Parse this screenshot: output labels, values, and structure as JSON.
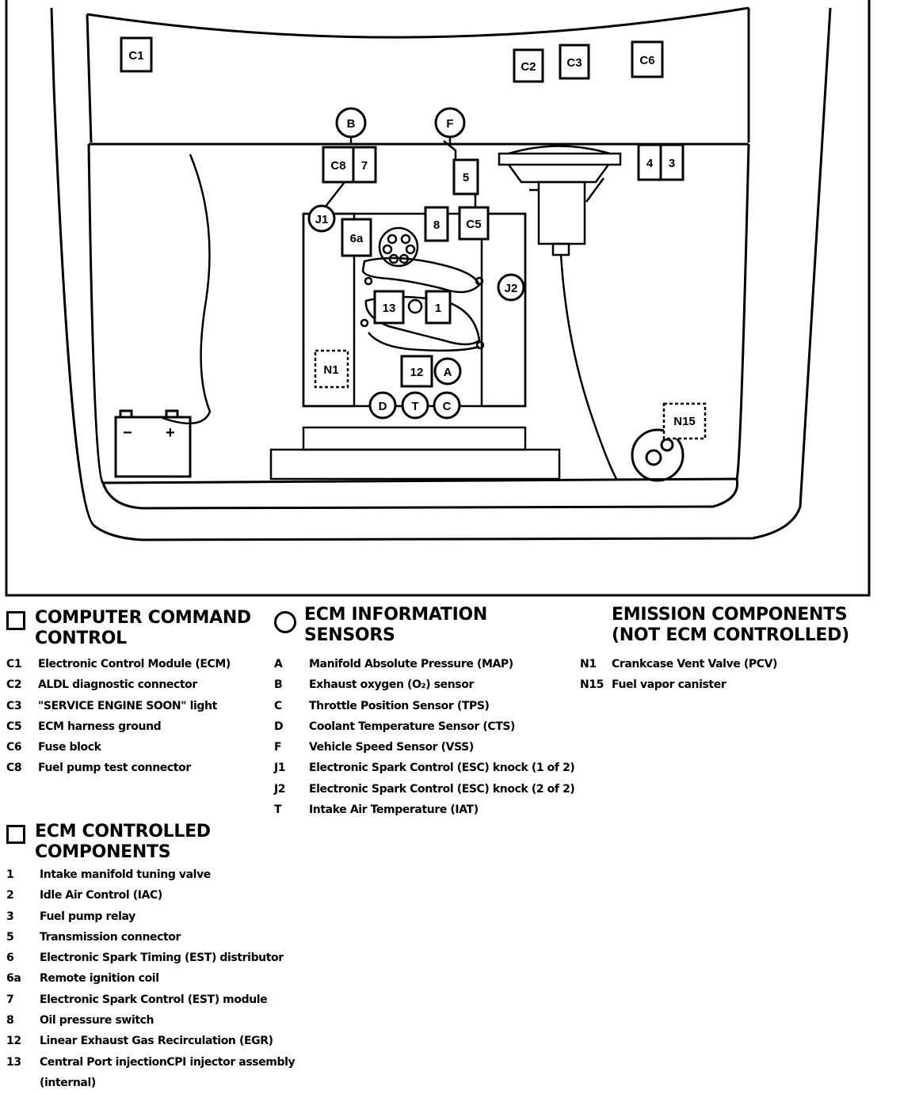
{
  "diagram": {
    "labels": {
      "c1": "C1",
      "c2": "C2",
      "c3": "C3",
      "c6": "C6",
      "c8": "C8",
      "c5": "C5",
      "n7": "7",
      "n5": "5",
      "n4": "4",
      "n3": "3",
      "n8": "8",
      "n6a": "6a",
      "n13": "13",
      "n1": "1",
      "n12": "12",
      "b": "B",
      "f": "F",
      "j1": "J1",
      "j2": "J2",
      "a": "A",
      "d": "D",
      "t": "T",
      "c": "C",
      "n1_pcv": "N1",
      "n15": "N15",
      "battery_minus": "−",
      "battery_plus": "+"
    }
  },
  "legend": {
    "computer_command_control": {
      "title": "COMPUTER COMMAND\nCONTROL",
      "items": [
        {
          "code": "C1",
          "text": "Electronic Control Module (ECM)"
        },
        {
          "code": "C2",
          "text": "ALDL diagnostic connector"
        },
        {
          "code": "C3",
          "text": "\"SERVICE ENGINE SOON\" light"
        },
        {
          "code": "C5",
          "text": "ECM harness ground"
        },
        {
          "code": "C6",
          "text": "Fuse block"
        },
        {
          "code": "C8",
          "text": "Fuel pump test connector"
        }
      ]
    },
    "ecm_information_sensors": {
      "title": "ECM INFORMATION\nSENSORS",
      "items": [
        {
          "code": "A",
          "text": "Manifold Absolute Pressure (MAP)"
        },
        {
          "code": "B",
          "text": "Exhaust oxygen (O₂) sensor"
        },
        {
          "code": "C",
          "text": "Throttle Position Sensor (TPS)"
        },
        {
          "code": "D",
          "text": "Coolant Temperature Sensor (CTS)"
        },
        {
          "code": "F",
          "text": "Vehicle Speed Sensor (VSS)"
        },
        {
          "code": "J1",
          "text": "Electronic Spark Control (ESC) knock (1 of 2)"
        },
        {
          "code": "J2",
          "text": "Electronic Spark Control (ESC) knock (2 of 2)"
        },
        {
          "code": "T",
          "text": "Intake Air Temperature (IAT)"
        }
      ]
    },
    "emission_components": {
      "title": "EMISSION COMPONENTS\n(NOT ECM CONTROLLED)",
      "items": [
        {
          "code": "N1",
          "text": "Crankcase Vent Valve (PCV)"
        },
        {
          "code": "N15",
          "text": "Fuel vapor canister"
        }
      ]
    },
    "ecm_controlled_components": {
      "title": "ECM CONTROLLED\nCOMPONENTS",
      "items": [
        {
          "code": "1",
          "text": "Intake manifold tuning valve"
        },
        {
          "code": "2",
          "text": "Idle Air Control (IAC)"
        },
        {
          "code": "3",
          "text": "Fuel pump relay"
        },
        {
          "code": "5",
          "text": "Transmission connector"
        },
        {
          "code": "6",
          "text": "Electronic Spark Timing  (EST) distributor"
        },
        {
          "code": "6a",
          "text": "Remote ignition coil"
        },
        {
          "code": "7",
          "text": "Electronic Spark Control (EST) module"
        },
        {
          "code": "8",
          "text": "Oil pressure switch"
        },
        {
          "code": "12",
          "text": "Linear Exhaust Gas Recirculation (EGR)"
        },
        {
          "code": "13",
          "text": "Central Port injectionCPI injector assembly"
        },
        {
          "code": "",
          "text": "(internal)"
        }
      ]
    }
  }
}
